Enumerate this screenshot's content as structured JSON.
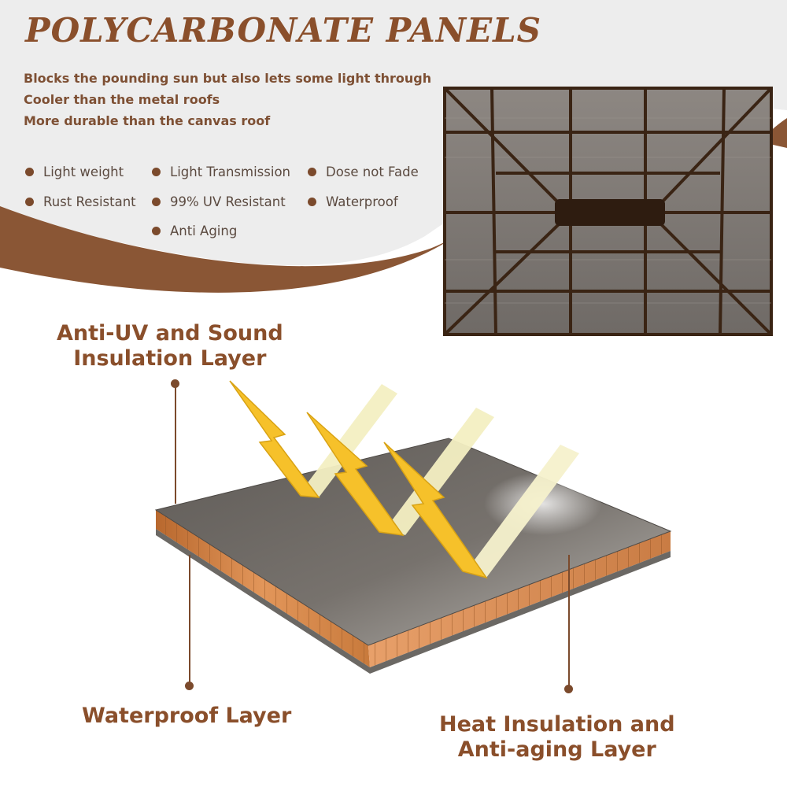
{
  "header": {
    "title": "POLYCARBONATE PANELS",
    "benefits": [
      "Blocks the pounding sun but also lets some light through",
      "Cooler than the metal roofs",
      "More durable than the canvas roof"
    ]
  },
  "features": [
    "Light weight",
    "Light Transmission",
    "Dose not Fade",
    "Rust Resistant",
    "99% UV Resistant",
    "Waterproof",
    "Anti Aging"
  ],
  "layers": {
    "anti_uv": {
      "line1": "Anti-UV and Sound",
      "line2": "Insulation Layer"
    },
    "waterproof": {
      "line1": "Waterproof Layer"
    },
    "heat": {
      "line1": "Heat Insulation and",
      "line2": "Anti-aging Layer"
    }
  },
  "colors": {
    "brand_brown": "#8a4f2b",
    "dot_brown": "#7b4a2c",
    "panel_gray": "#6e6a66",
    "core_orange": "#d98a4a",
    "arrow_yellow": "#f6c12a"
  },
  "icons": [
    "bullet-dot-icon",
    "reflection-arrow-icon",
    "roof-frame-illustration"
  ]
}
